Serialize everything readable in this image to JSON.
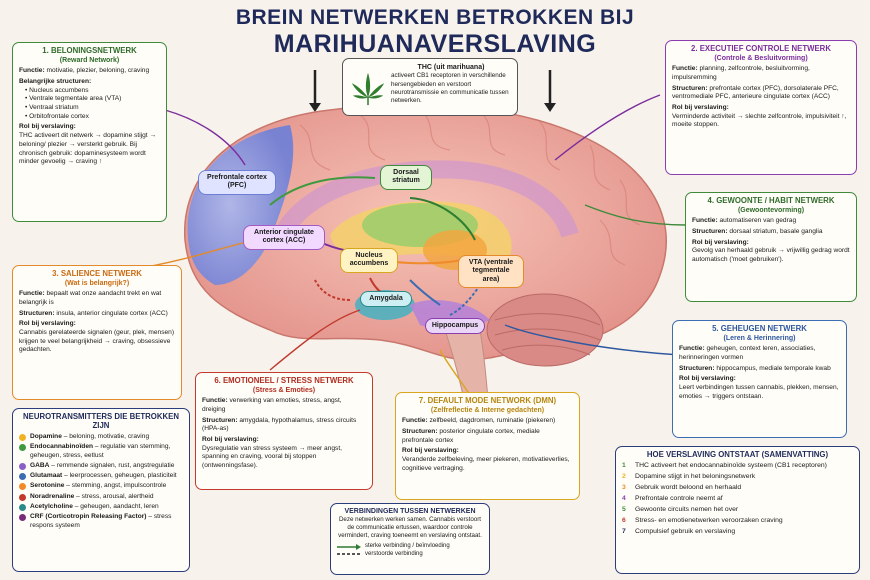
{
  "title": {
    "line1": "BREIN NETWERKEN BETROKKEN BIJ",
    "line2": "MARIHUANAVERSLAVING"
  },
  "thc": {
    "heading": "THC (uit marihuana)",
    "text": "activeert CB1 receptoren in verschillende hersengebieden en verstoort neurotransmissie en communicatie tussen netwerken."
  },
  "reward": {
    "title": "1. BELONINGSNETWERK",
    "subtitle": "(Reward Network)",
    "functie_label": "Functie:",
    "functie": "motivatie, plezier, beloning, craving",
    "structuren_label": "Belangrijke structuren:",
    "structuren": [
      "Nucleus accumbens",
      "Ventrale tegmentale area (VTA)",
      "Ventraal striatum",
      "Orbitofrontale cortex"
    ],
    "rol_label": "Rol bij verslaving:",
    "rol": "THC activeert dit netwerk → dopamine stijgt → beloning/ plezier → versterkt gebruik. Bij chronisch gebruik: dopaminesysteem wordt minder gevoelig → craving ↑"
  },
  "executive": {
    "title": "2. EXECUTIEF CONTROLE NETWERK",
    "subtitle": "(Controle & Besluitvorming)",
    "functie_label": "Functie:",
    "functie": "planning, zelfcontrole, besluitvorming, impulsremming",
    "structuren_label": "Structuren:",
    "structuren": "prefrontale cortex (PFC), dorsolaterale PFC, ventromediale PFC, anterieure cingulate cortex (ACC)",
    "rol_label": "Rol bij verslaving:",
    "rol": "Verminderde activiteit → slechte zelfcontrole, impulsiviteit ↑, moeite stoppen."
  },
  "salience": {
    "title": "3. SALIENCE NETWERK",
    "subtitle": "(Wat is belangrijk?)",
    "functie_label": "Functie:",
    "functie": "bepaalt wat onze aandacht trekt en wat belangrijk is",
    "structuren_label": "Structuren:",
    "structuren": "insula, anterior cingulate cortex (ACC)",
    "rol_label": "Rol bij verslaving:",
    "rol": "Cannabis gerelateerde signalen (geur, plek, mensen) krijgen te veel belangrijkheid → craving, obsessieve gedachten."
  },
  "habit": {
    "title": "4. GEWOONTE / HABIT NETWERK",
    "subtitle": "(Gewoontevorming)",
    "functie_label": "Functie:",
    "functie": "automatiseren van gedrag",
    "structuren_label": "Structuren:",
    "structuren": "dorsaal striatum, basale ganglia",
    "rol_label": "Rol bij verslaving:",
    "rol": "Gevolg van herhaald gebruik → vrijwillig gedrag wordt automatisch ('moet gebruiken')."
  },
  "memory": {
    "title": "5. GEHEUGEN NETWERK",
    "subtitle": "(Leren & Herinnering)",
    "functie_label": "Functie:",
    "functie": "geheugen, context leren, associaties, herinneringen vormen",
    "structuren_label": "Structuren:",
    "structuren": "hippocampus, mediale temporale kwab",
    "rol_label": "Rol bij verslaving:",
    "rol": "Leert verbindingen tussen cannabis, plekken, mensen, emoties → triggers ontstaan."
  },
  "emotional": {
    "title": "6. EMOTIONEEL / STRESS NETWERK",
    "subtitle": "(Stress & Emoties)",
    "functie_label": "Functie:",
    "functie": "verwerking van emoties, stress, angst, dreiging",
    "structuren_label": "Structuren:",
    "structuren": "amygdala, hypothalamus, stress circuits (HPA-as)",
    "rol_label": "Rol bij verslaving:",
    "rol": "Dysregulatie van stress systeem → meer angst, spanning en craving, vooral bij stoppen (ontwenningsfase)."
  },
  "dmn": {
    "title": "7. DEFAULT MODE NETWORK (DMN)",
    "subtitle": "(Zelfreflectie & Interne gedachten)",
    "functie_label": "Functie:",
    "functie": "zelfbeeld, dagdromen, ruminatie (piekeren)",
    "structuren_label": "Structuren:",
    "structuren": "posterior cingulate cortex, mediale prefrontale cortex",
    "rol_label": "Rol bij verslaving:",
    "rol": "Veranderde zelfbeleving, meer piekeren, motivatieverlies, cognitieve vertraging."
  },
  "neurotransmitters": {
    "title": "NEUROTRANSMITTERS DIE BETROKKEN ZIJN",
    "items": [
      {
        "name": "Dopamine",
        "desc": " – beloning, motivatie, craving",
        "color": "#f0b323"
      },
      {
        "name": "Endocannabinoïden",
        "desc": " – regulatie van stemming, geheugen, stress, eetlust",
        "color": "#3f9a3f"
      },
      {
        "name": "GABA",
        "desc": " – remmende signalen, rust, angstregulatie",
        "color": "#8b5fc4"
      },
      {
        "name": "Glutamaat",
        "desc": " – leerprocessen, geheugen, plasticiteit",
        "color": "#3c6db3"
      },
      {
        "name": "Serotonine",
        "desc": " – stemming, angst, impulscontrole",
        "color": "#f08a2a"
      },
      {
        "name": "Noradrenaline",
        "desc": " – stress, arousal, alertheid",
        "color": "#c23a2e"
      },
      {
        "name": "Acetylcholine",
        "desc": " – geheugen, aandacht, leren",
        "color": "#2a8a8a"
      },
      {
        "name": "CRF (Corticotropin Releasing Factor)",
        "desc": " – stress respons systeem",
        "color": "#7a2a7a"
      }
    ]
  },
  "connections": {
    "title": "VERBINDINGEN TUSSEN NETWERKEN",
    "text": "Deze netwerken werken samen. Cannabis verstoort de communicatie ertussen, waardoor controle vermindert, craving toeneemt en verslaving ontstaat.",
    "legend_strong": "sterke verbinding / beïnvloeding",
    "legend_disturbed": "verstoorde verbinding"
  },
  "summary": {
    "title": "HOE VERSLAVING ONTSTAAT (SAMENVATTING)",
    "steps": [
      {
        "n": "1",
        "text": "THC activeert het endocannabinoïde systeem (CB1 receptoren)",
        "color": "#3f8a3b"
      },
      {
        "n": "2",
        "text": "Dopamine stijgt in het beloningsnetwerk",
        "color": "#f0b323"
      },
      {
        "n": "3",
        "text": "Gebruik wordt beloond en herhaald",
        "color": "#f08a2a"
      },
      {
        "n": "4",
        "text": "Prefrontale controle neemt af",
        "color": "#8b3fae"
      },
      {
        "n": "5",
        "text": "Gewoonte circuits nemen het over",
        "color": "#3f8a3b"
      },
      {
        "n": "6",
        "text": "Stress- en emotienetwerken veroorzaken craving",
        "color": "#c23a2e"
      },
      {
        "n": "7",
        "text": "Compulsief gebruik en verslaving",
        "color": "#1f2a5a"
      }
    ]
  },
  "brain_labels": {
    "pfc": "Prefrontale cortex (PFC)",
    "acc": "Anterior cingulate cortex (ACC)",
    "dorsal": "Dorsaal striatum",
    "nacc": "Nucleus accumbens",
    "vta": "VTA (ventrale tegmentale area)",
    "amygdala": "Amygdala",
    "hippocampus": "Hippocampus"
  }
}
